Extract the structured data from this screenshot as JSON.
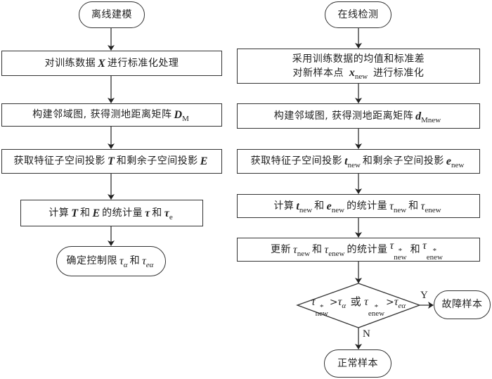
{
  "diagram": {
    "type": "flowchart",
    "offline": {
      "start": "离线建模",
      "step1": {
        "pre": "对训练数据",
        "var": "X",
        "post": "进行标准化处理"
      },
      "step2": {
        "pre": "构建邻域图, 获得测地距离矩阵",
        "var": "D",
        "sub": "M"
      },
      "step3": {
        "pre": "获取特征子空间投影",
        "var1": "T",
        "mid": "和剩余子空间投影",
        "var2": "E"
      },
      "step4": {
        "pre": "计算",
        "var1": "T",
        "and1": "和",
        "var2": "E",
        "mid": "的统计量",
        "var3": "τ",
        "and2": "和",
        "var4": "τ",
        "sub4": "e"
      },
      "end": {
        "pre": "确定控制限",
        "var1": "τ",
        "sub1": "α",
        "and": "和",
        "var2": "τ",
        "sub2": "eα"
      }
    },
    "online": {
      "start": "在线检测",
      "step1": {
        "line1": "采用训练数据的均值和标准差",
        "pre": "对新样本点",
        "var": "x",
        "sub": "new",
        "post": "进行标准化"
      },
      "step2": {
        "pre": "构建邻域图, 获得测地距离矩阵",
        "var": "d",
        "sub": "Mnew"
      },
      "step3": {
        "pre": "获取特征子空间投影",
        "var1": "t",
        "sub1": "new",
        "mid": "和剩余子空间投影",
        "var2": "e",
        "sub2": "new"
      },
      "step4": {
        "pre": "计算",
        "var1": "t",
        "sub1": "new",
        "and1": "和",
        "var2": "e",
        "sub2": "new",
        "mid": "的统计量",
        "var3": "τ",
        "sub3": "new",
        "and2": "和",
        "var4": "τ",
        "sub4": "enew"
      },
      "step5": {
        "pre": "更新",
        "var1": "τ",
        "sub1": "new",
        "and1": "和",
        "var2": "τ",
        "sub2": "enew",
        "mid": "的统计量",
        "var3": "τ",
        "sup3": "*",
        "sub3": "new",
        "and2": "和",
        "var4": "τ",
        "sup4": "*",
        "sub4": "enew"
      },
      "decision": {
        "var1": "τ",
        "sup1": "*",
        "sub1": "new",
        "gt1": ">",
        "var2": "τ",
        "sub2": "α",
        "or": "或",
        "var3": "τ",
        "sup3": "*",
        "sub3": "enew",
        "gt2": ">",
        "var4": "τ",
        "sub4": "eα"
      },
      "yes_label": "Y",
      "no_label": "N",
      "fault": "故障样本",
      "normal": "正常样本"
    }
  }
}
